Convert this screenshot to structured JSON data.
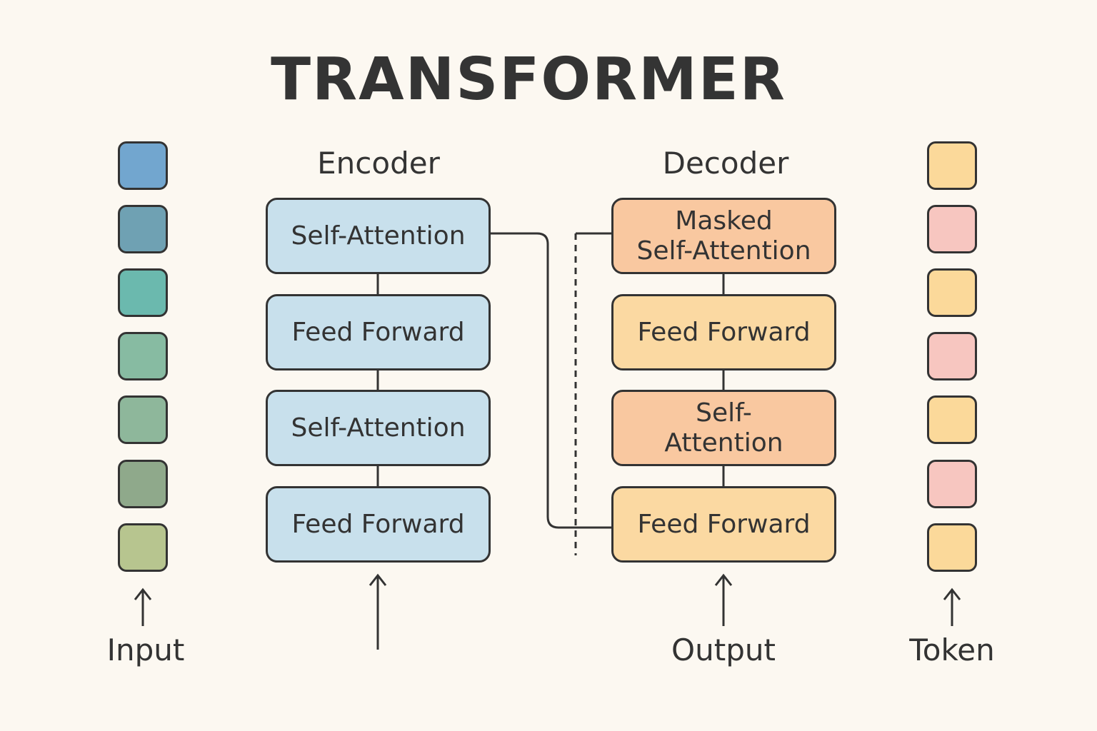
{
  "title": "TRANSFORMER",
  "encoder": {
    "title": "Encoder",
    "blocks": [
      "Self-Attention",
      "Feed Forward",
      "Self-Attention",
      "Feed Forward"
    ]
  },
  "decoder": {
    "title": "Decoder",
    "blocks": [
      "Masked\nSelf-Attention",
      "Feed Forward",
      "Self-\nAttention",
      "Feed Forward"
    ]
  },
  "labels": {
    "input": "Input",
    "output": "Output",
    "token": "Token"
  },
  "colors": {
    "input_tokens": [
      "#72a6cf",
      "#6fa1b3",
      "#6bb9ae",
      "#87bba2",
      "#8eb79b",
      "#8fa98b",
      "#b7c58f"
    ],
    "output_tokens": [
      "#fbd99a",
      "#f7c6c0",
      "#fbd99a",
      "#f7c6c0",
      "#fbd99a",
      "#f7c6c0",
      "#fbd99a"
    ],
    "encoder_block": "#c8e0ec",
    "decoder_attention": "#f9c8a0",
    "decoder_feedforward": "#fbd9a2"
  }
}
